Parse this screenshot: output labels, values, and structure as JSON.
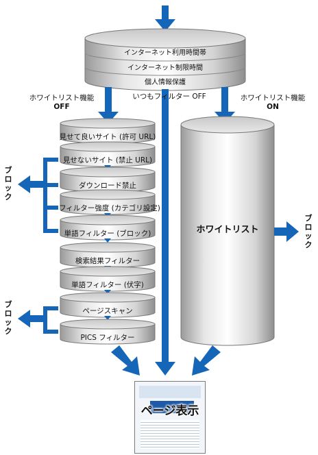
{
  "layers": [
    "インターネット利用時間帯",
    "インターネット制限時間",
    "個人情報保護"
  ],
  "labels": {
    "whitelist_off": "ホワイトリスト機能",
    "off": "OFF",
    "always_filter_off": "いつもフィルター OFF",
    "whitelist_on": "ホワイトリスト機能",
    "on": "ON"
  },
  "filters": [
    "見せて良いサイト (許可 URL)",
    "見せないサイト (禁止 URL)",
    "ダウンロード禁止",
    "フィルター強度 (カテゴリ設定)",
    "単語フィルター (ブロック)",
    "検索結果フィルター",
    "単語フィルター (伏字)",
    "ページスキャン",
    "PICS フィルター"
  ],
  "whitelist": "ホワイトリスト",
  "block_label": "ブロック",
  "page_display": "ページ表示",
  "colors": {
    "arrow": "#1565b8",
    "bracket": "#1565b8"
  }
}
